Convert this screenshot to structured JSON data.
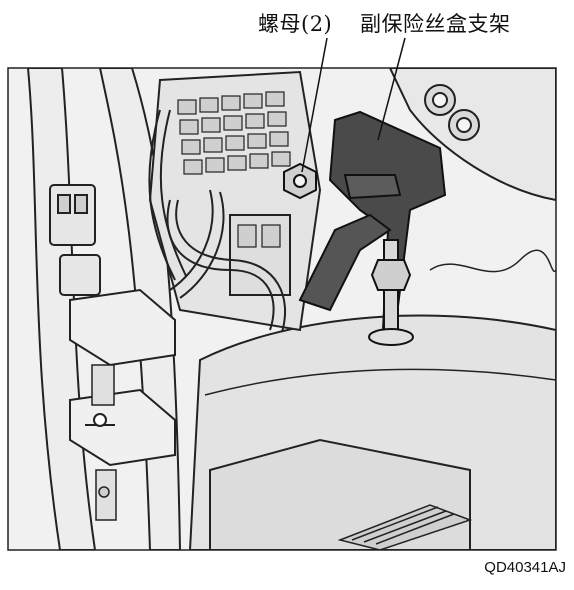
{
  "callouts": {
    "nut": "螺母(2)",
    "bracket": "副保险丝盒支架"
  },
  "figure_code": "QD40341AJ",
  "colors": {
    "bracket_fill": "#4a4a4a",
    "part_fill": "#e6e6e6",
    "outline": "#1a1a1a",
    "background": "#ffffff"
  }
}
